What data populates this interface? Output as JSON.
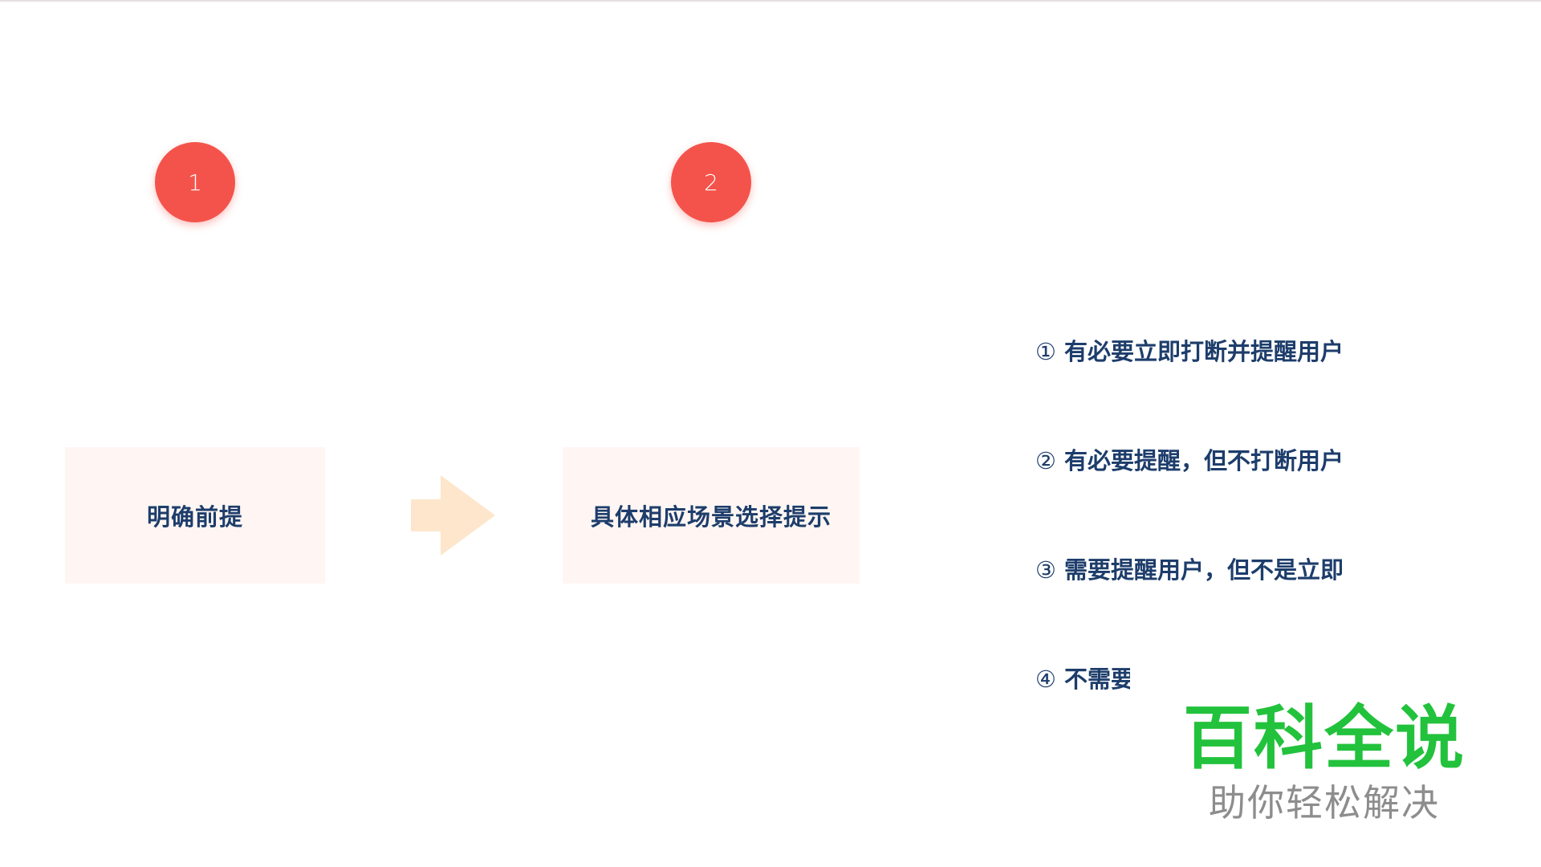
{
  "steps": [
    {
      "number": "1",
      "label": "明确前提"
    },
    {
      "number": "2",
      "label": "具体相应场景选择提示"
    }
  ],
  "options": [
    {
      "marker": "①",
      "text": "有必要立即打断并提醒用户"
    },
    {
      "marker": "②",
      "text": "有必要提醒，但不打断用户"
    },
    {
      "marker": "③",
      "text": "需要提醒用户，但不是立即"
    },
    {
      "marker": "④",
      "text": "不需要"
    }
  ],
  "watermark": {
    "title": "百科全说",
    "subtitle": "助你轻松解决"
  },
  "colors": {
    "badge": "#f4534b",
    "box_fill": "#fff6f3",
    "arrow": "#fde6cc",
    "text": "#1d3d6b",
    "watermark_green": "#22c23c",
    "watermark_gray": "#8d8d8d"
  },
  "icons": {
    "arrow": "right-arrow-icon"
  }
}
